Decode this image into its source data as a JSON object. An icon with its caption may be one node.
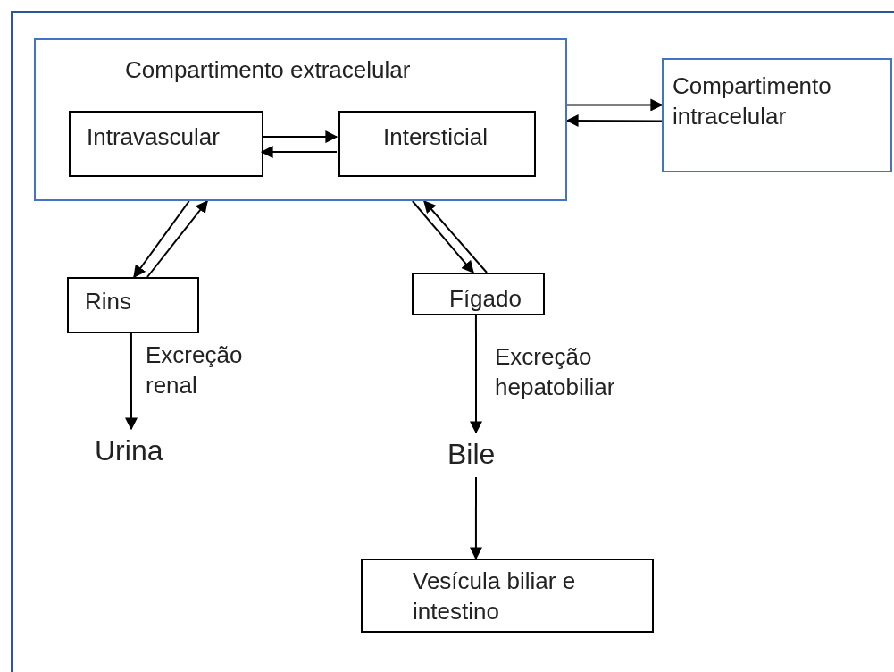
{
  "diagram": {
    "nodes": [
      {
        "text": [
          "Compartimento extracelular"
        ]
      },
      {
        "text": [
          "Intravascular"
        ],
        "in": 0
      },
      {
        "text": [
          "Intersticial"
        ],
        "in": 0
      },
      {
        "text": [
          "Compartimento intracelular"
        ]
      },
      {
        "text": [
          "Rins"
        ]
      },
      {
        "text": [
          "Fígado"
        ]
      },
      {
        "text": [
          "Urina"
        ]
      },
      {
        "text": [
          "Bile"
        ]
      },
      {
        "text": [
          "Vesícula biliar e intestino"
        ]
      }
    ],
    "edges": [
      {
        "from": 1,
        "to": 2,
        "arrow": "to"
      },
      {
        "from": 2,
        "to": 1,
        "arrow": "to"
      },
      {
        "from": 0,
        "to": 3,
        "arrow": "to"
      },
      {
        "from": 3,
        "to": 0,
        "arrow": "to"
      },
      {
        "from": 0,
        "to": 4,
        "arrow": "to"
      },
      {
        "from": 4,
        "to": 0,
        "arrow": "to"
      },
      {
        "from": 0,
        "to": 5,
        "arrow": "to"
      },
      {
        "from": 5,
        "to": 0,
        "arrow": "to"
      },
      {
        "from": 4,
        "to": 6,
        "arrow": "to",
        "label": "Excreção renal"
      },
      {
        "from": 5,
        "to": 7,
        "arrow": "to",
        "label": "Excreção hepatobiliar"
      },
      {
        "from": 7,
        "to": 8,
        "arrow": "to"
      }
    ]
  }
}
